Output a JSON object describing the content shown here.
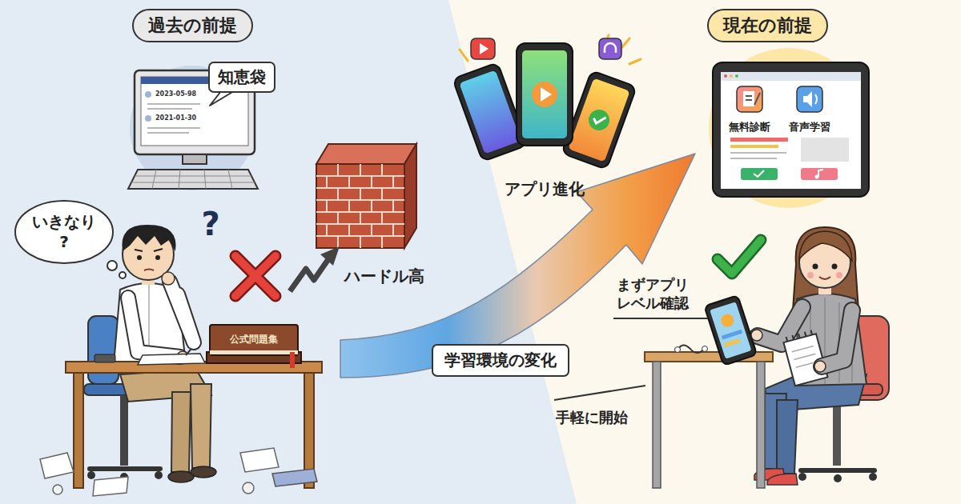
{
  "diagram": {
    "nodes": [
      {
        "text": [
          "過去の前提"
        ]
      },
      {
        "text": [
          "知恵袋"
        ]
      },
      {
        "text": [
          "いきなり ?"
        ]
      },
      {
        "text": [
          "現在の前提"
        ]
      },
      {
        "text": [
          "無料診断"
        ]
      },
      {
        "text": [
          "音声学習"
        ]
      },
      {
        "text": [
          "学習環境の変化"
        ]
      }
    ],
    "labels": [
      "2023-05-98",
      "2021-01-30",
      "?",
      "ハードル高",
      "公式問題集",
      "アプリ進化",
      "まずアプリ レベル確認",
      "手軽に開始"
    ]
  }
}
